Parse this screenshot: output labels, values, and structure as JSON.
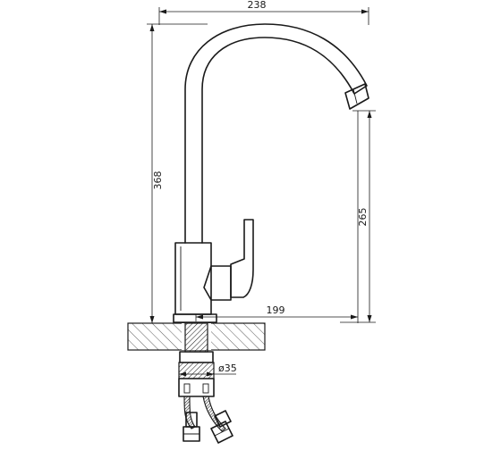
{
  "dimensions": {
    "width_top": "238",
    "height_total": "368",
    "spout_height": "265",
    "reach": "199",
    "diameter": "ø35"
  },
  "colors": {
    "line": "#1a1a1a",
    "background": "#ffffff"
  }
}
